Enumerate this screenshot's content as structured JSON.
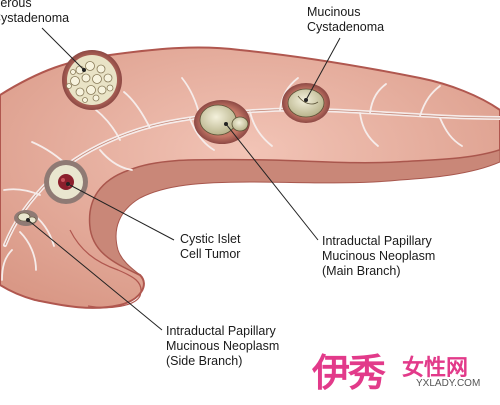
{
  "labels": {
    "serous": [
      "Serous",
      "Cystadenoma"
    ],
    "mucinous": [
      "Mucinous",
      "Cystadenoma"
    ],
    "cystic_islet": [
      "Cystic Islet",
      "Cell Tumor"
    ],
    "ipmn_main": [
      "Intraductal Papillary",
      "Mucinous Neoplasm",
      "(Main Branch)"
    ],
    "ipmn_side": [
      "Intraductal Papillary",
      "Mucinous Neoplasm",
      "(Side Branch)"
    ]
  },
  "watermark": {
    "brand_cn": "伊秀",
    "site_cn": "女性网",
    "url": "YXLADY.COM"
  },
  "colors": {
    "pancreas_fill": "#e8b1a2",
    "pancreas_edge": "#b0574f",
    "duct": "#f6ecea",
    "lesion_rim": "#7d3b3a",
    "cyst_fill": "#d9d9b4",
    "watermark": "#e23a8a"
  }
}
